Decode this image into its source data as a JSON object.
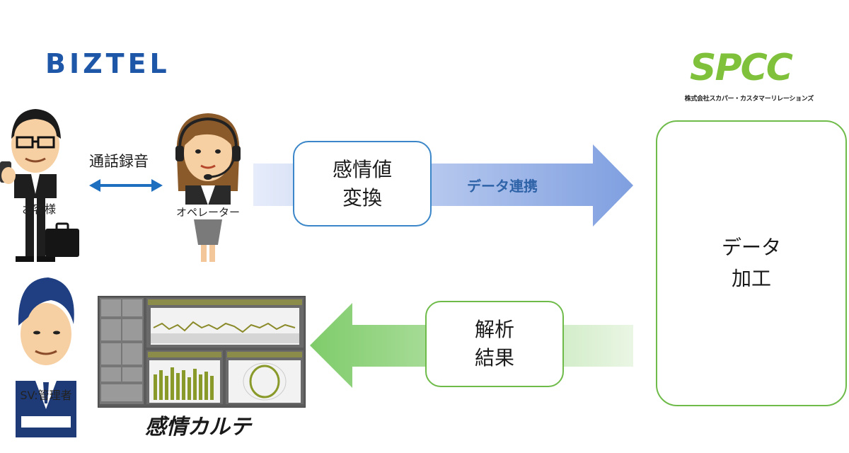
{
  "logos": {
    "biztel": "BIZTEL",
    "spcc": "SPCC",
    "spcc_company": "株式会社スカパー・カスタマーリレーションズ"
  },
  "people": {
    "customer": "お客様",
    "operator": "オペレーター",
    "supervisor": "SV:管理者"
  },
  "links": {
    "call_recording": "通話録音",
    "data_sync": "データ連携"
  },
  "boxes": {
    "emotion_conversion": [
      "感情値",
      "変換"
    ],
    "analysis_result": [
      "解析",
      "結果"
    ],
    "data_processing": [
      "データ",
      "加工"
    ]
  },
  "dashboard": {
    "caption": "感情カルテ"
  },
  "colors": {
    "biztel_blue": "#1f57a8",
    "spcc_green": "#7fc13a",
    "blue_arrow": "#7f9fe0",
    "green_arrow": "#7fcc6a",
    "blue_border": "#3a86c8",
    "green_border": "#6fbb4a"
  }
}
